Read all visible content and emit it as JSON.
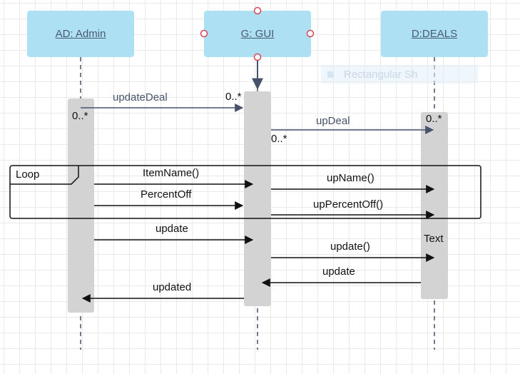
{
  "diagram": {
    "lifelines": [
      {
        "id": "admin",
        "label": "AD:  Admin"
      },
      {
        "id": "gui",
        "label": "G: GUI"
      },
      {
        "id": "deals",
        "label": "D:DEALS"
      }
    ],
    "ghost_shape_label": "Rectangular Sh",
    "loop_label": "Loop",
    "messages": [
      {
        "id": "update-deal",
        "label": "updateDeal"
      },
      {
        "id": "up-deal",
        "label": "upDeal"
      },
      {
        "id": "item-name",
        "label": "ItemName()"
      },
      {
        "id": "up-name",
        "label": "upName()"
      },
      {
        "id": "percent-off",
        "label": "PercentOff"
      },
      {
        "id": "up-percent-off",
        "label": "upPercentOff()"
      },
      {
        "id": "update",
        "label": "update"
      },
      {
        "id": "update-call",
        "label": "update()"
      },
      {
        "id": "update-return",
        "label": "update"
      },
      {
        "id": "updated",
        "label": "updated"
      }
    ],
    "multiplicities": {
      "admin_out": "0..*",
      "gui_in": "0..*",
      "gui_out": "0..*",
      "deals_in": "0..*"
    },
    "text_note": "Text",
    "colors": {
      "lifeline_box": "#aee0f3",
      "activation": "#d3d3d3",
      "message_line": "#46526a",
      "selection_handle": "#d9445a"
    }
  }
}
